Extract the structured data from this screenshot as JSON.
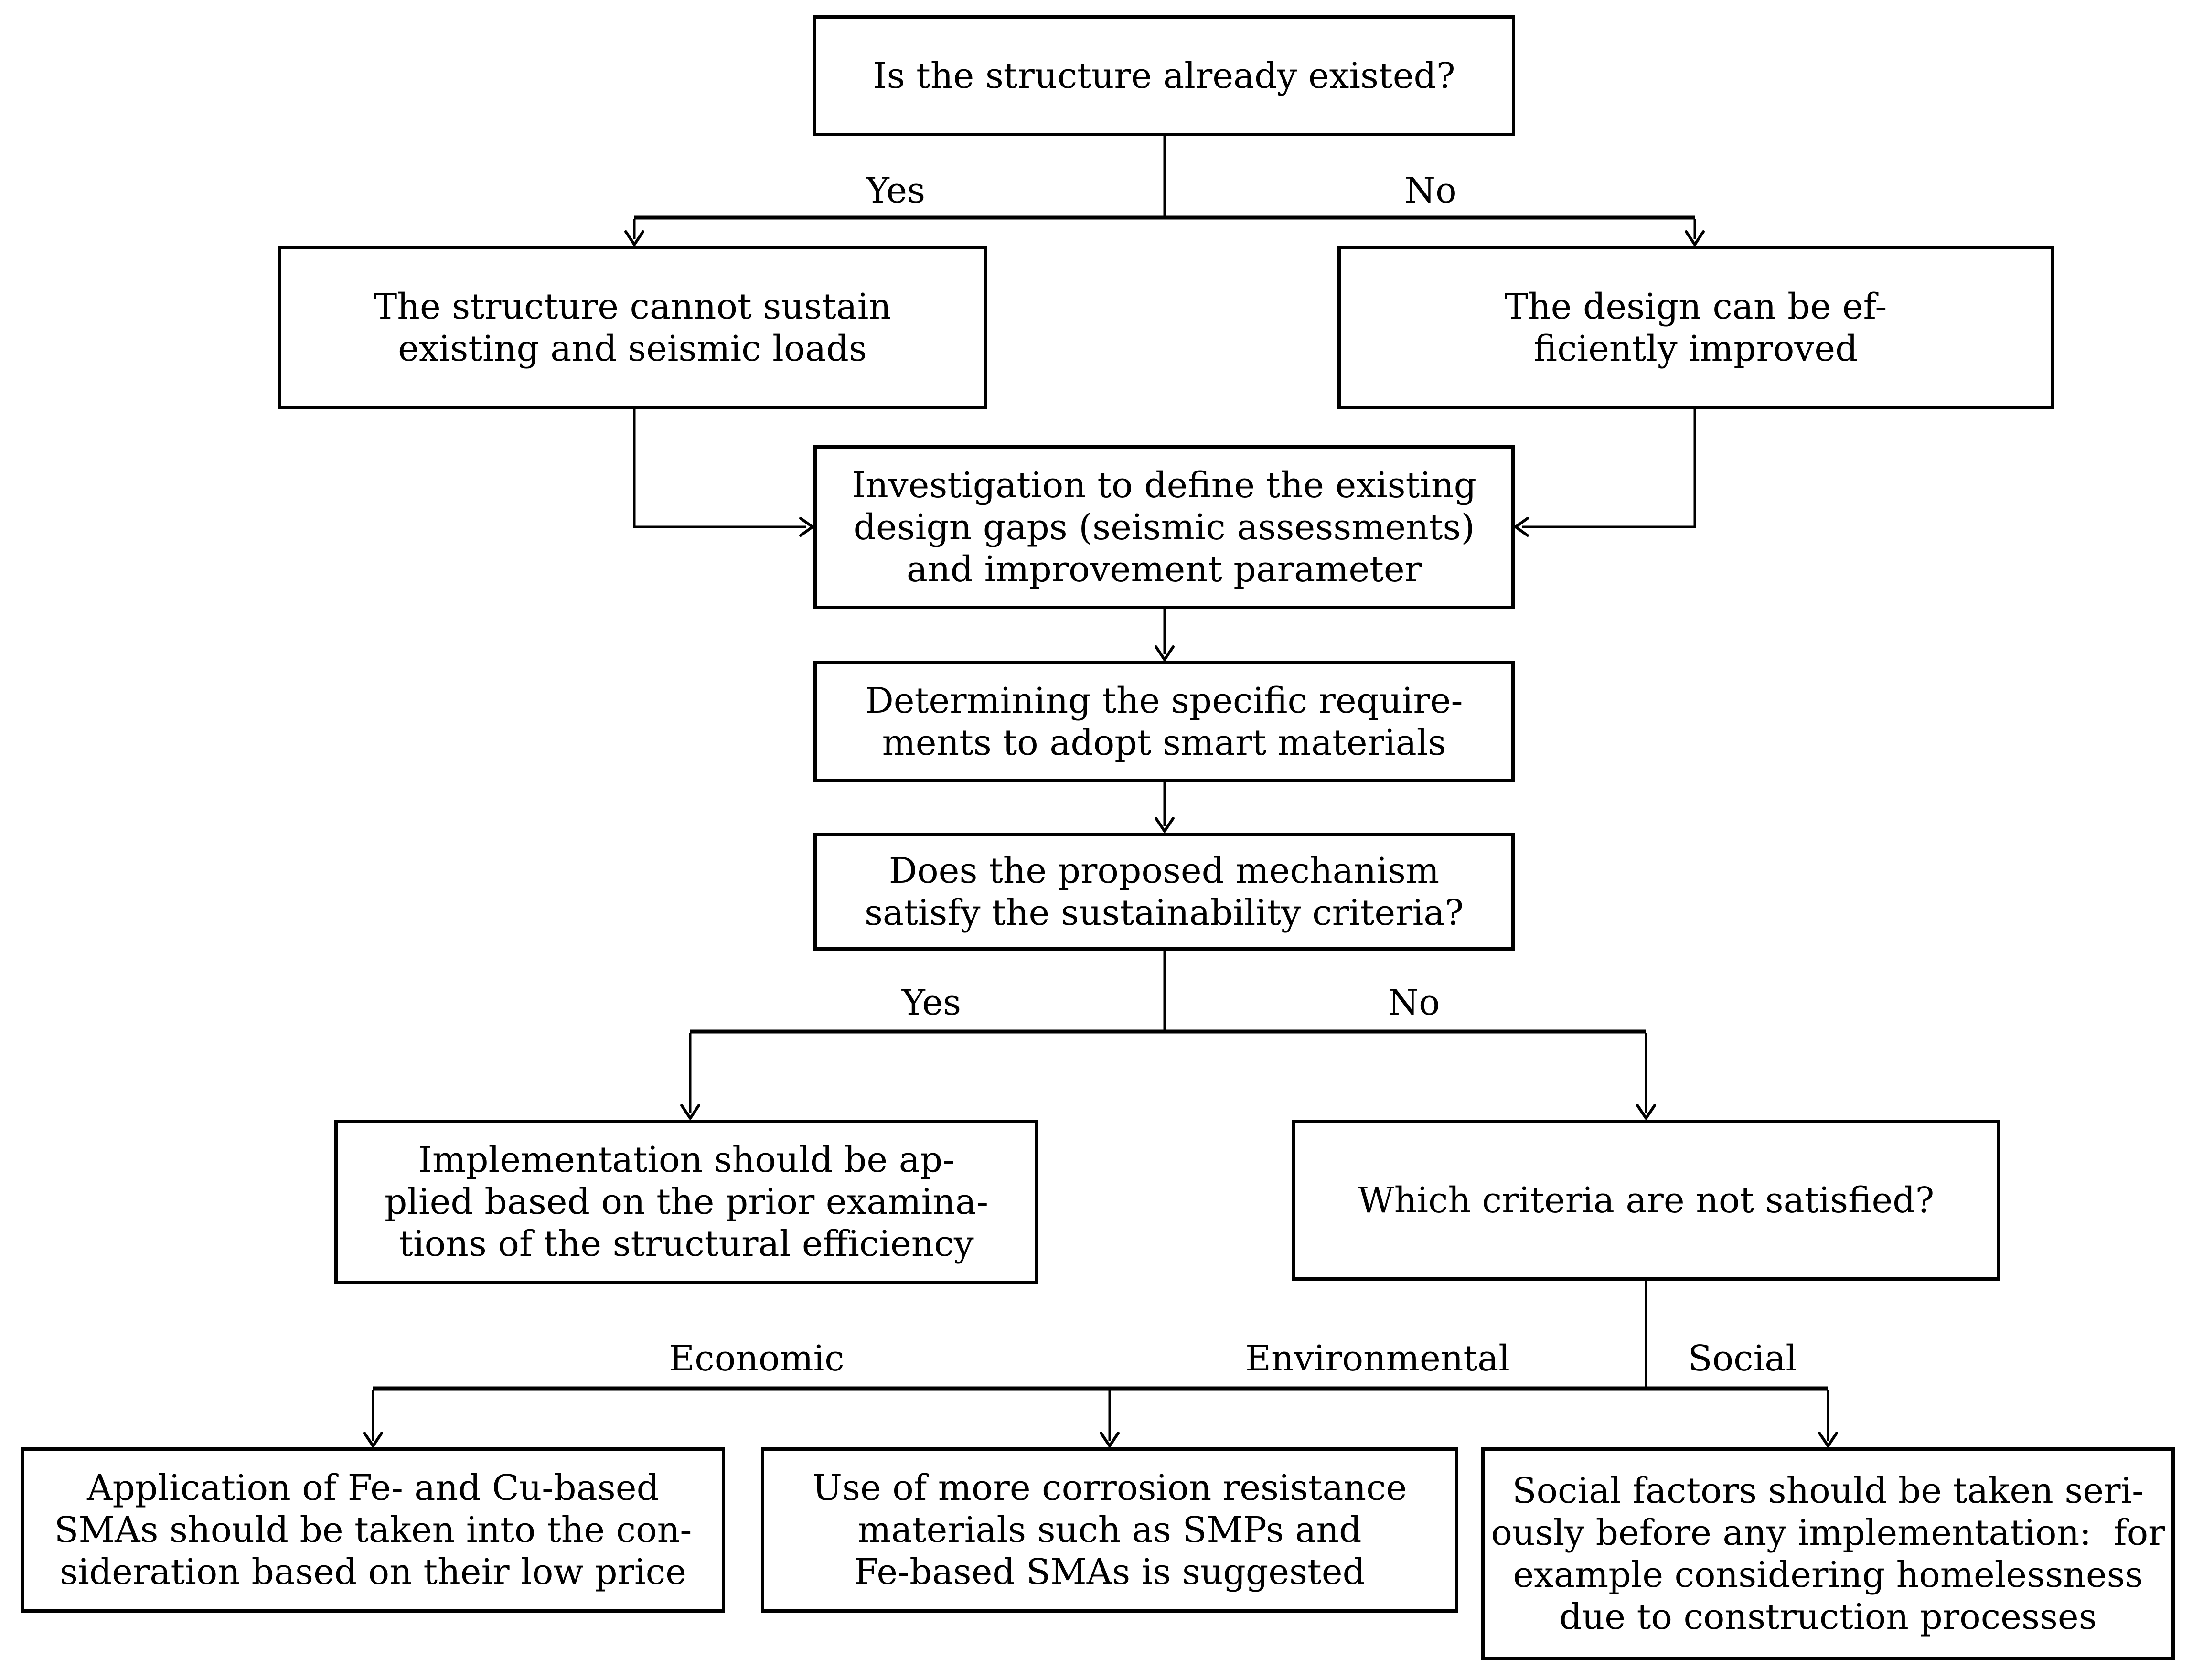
{
  "figure": {
    "type": "flowchart",
    "background_color": "#ffffff",
    "line_color": "#000000",
    "text_color": "#000000"
  },
  "nodes": {
    "start": {
      "text": "Is the structure already existed?"
    },
    "cannot_sustain": {
      "text": "The structure cannot sustain\nexisting and seismic loads"
    },
    "design_improved": {
      "text": "The design can be ef-\nficiently improved"
    },
    "investigation": {
      "text": "Investigation to define the existing\ndesign gaps (seismic assessments)\nand improvement parameter"
    },
    "determining": {
      "text": "Determining the specific require-\nments to adopt smart materials"
    },
    "sustainability_question": {
      "text": "Does the proposed mechanism\nsatisfy the sustainability criteria?"
    },
    "implementation": {
      "text": "Implementation should be ap-\nplied based on the prior examina-\ntions of the structural efficiency"
    },
    "which_criteria": {
      "text": "Which criteria are not satisfied?"
    },
    "economic_outcome": {
      "text": "Application of Fe- and Cu-based\nSMAs should be taken into the con-\nsideration based on their low price"
    },
    "environmental_outcome": {
      "text": "Use of more corrosion resistance\nmaterials such as SMPs and\nFe-based SMAs is suggested"
    },
    "social_outcome": {
      "text": "Social factors should be taken seri-\nously before any implementation:  for\nexample considering homelessness\ndue to construction processes"
    }
  },
  "edge_labels": {
    "yes_top": "Yes",
    "no_top": "No",
    "yes_mid": "Yes",
    "no_mid": "No",
    "economic": "Economic",
    "environmental": "Environmental",
    "social": "Social"
  },
  "edges": [
    {
      "from": "start",
      "to": "cannot_sustain",
      "label": "Yes"
    },
    {
      "from": "start",
      "to": "design_improved",
      "label": "No"
    },
    {
      "from": "cannot_sustain",
      "to": "investigation",
      "label": ""
    },
    {
      "from": "design_improved",
      "to": "investigation",
      "label": ""
    },
    {
      "from": "investigation",
      "to": "determining",
      "label": ""
    },
    {
      "from": "determining",
      "to": "sustainability_question",
      "label": ""
    },
    {
      "from": "sustainability_question",
      "to": "implementation",
      "label": "Yes"
    },
    {
      "from": "sustainability_question",
      "to": "which_criteria",
      "label": "No"
    },
    {
      "from": "which_criteria",
      "to": "economic_outcome",
      "label": "Economic"
    },
    {
      "from": "which_criteria",
      "to": "environmental_outcome",
      "label": "Environmental"
    },
    {
      "from": "which_criteria",
      "to": "social_outcome",
      "label": "Social"
    }
  ]
}
